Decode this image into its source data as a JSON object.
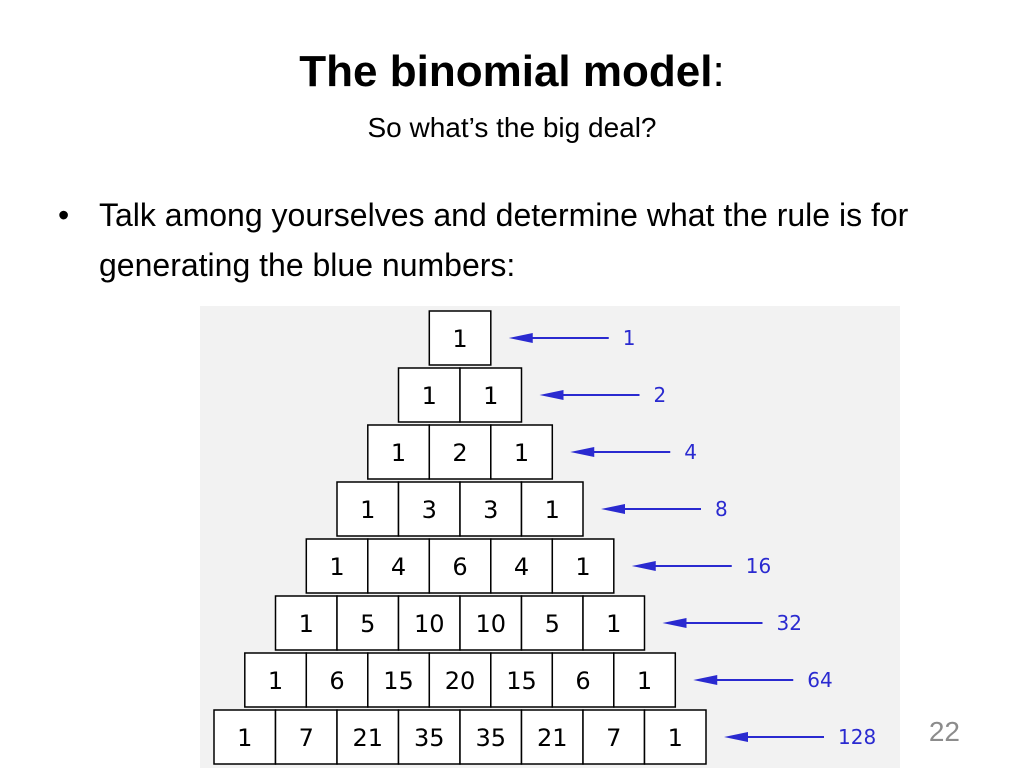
{
  "slide": {
    "title": "The binomial model",
    "title_punct": ":",
    "subtitle": "So what’s the big deal?",
    "bullet": "Talk among yourselves and determine what the rule is for generating the blue numbers:",
    "page_number": "22"
  },
  "pyramid": {
    "rows": [
      {
        "values": [
          1
        ],
        "total": 1
      },
      {
        "values": [
          1,
          1
        ],
        "total": 2
      },
      {
        "values": [
          1,
          2,
          1
        ],
        "total": 4
      },
      {
        "values": [
          1,
          3,
          3,
          1
        ],
        "total": 8
      },
      {
        "values": [
          1,
          4,
          6,
          4,
          1
        ],
        "total": 16
      },
      {
        "values": [
          1,
          5,
          10,
          10,
          5,
          1
        ],
        "total": 32
      },
      {
        "values": [
          1,
          6,
          15,
          20,
          15,
          6,
          1
        ],
        "total": 64
      },
      {
        "values": [
          1,
          7,
          21,
          35,
          35,
          21,
          7,
          1
        ],
        "total": 128
      }
    ],
    "arrow_color": "#2a2ad0",
    "total_color": "#2a2ad0"
  }
}
